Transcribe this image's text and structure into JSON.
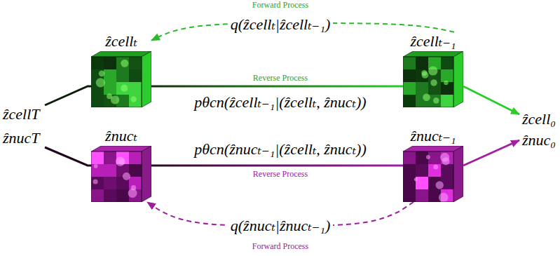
{
  "diagram": {
    "nodes": [
      {
        "text": [
          "ẑcellₜ"
        ]
      },
      {
        "text": [
          "ẑcellₜ₋₁"
        ]
      },
      {
        "text": [
          "ẑnucₜ"
        ]
      },
      {
        "text": [
          "ẑnucₜ₋₁"
        ]
      }
    ],
    "edges": [
      {
        "from": 1,
        "to": 0,
        "arrow": "to",
        "label": "q(ẑcellₜ|ẑcellₜ₋₁)"
      },
      {
        "from": 0,
        "to": 1,
        "arrow": "none",
        "label": "pθcn(ẑcellₜ₋₁|(ẑcellₜ, ẑnucₜ))"
      },
      {
        "from": 2,
        "to": 3,
        "arrow": "none",
        "label": "pθcn(ẑnucₜ₋₁|(ẑcellₜ, ẑnucₜ))"
      },
      {
        "from": 3,
        "to": 2,
        "arrow": "to",
        "label": "q(ẑnucₜ|ẑnucₜ₋₁)"
      }
    ],
    "labels": [
      "Forward Process",
      "Reverse Process",
      "Reverse Process",
      "Forward Process",
      "ẑcellT",
      "ẑnucT",
      "ẑcell₀",
      "ẑnuc₀"
    ]
  }
}
